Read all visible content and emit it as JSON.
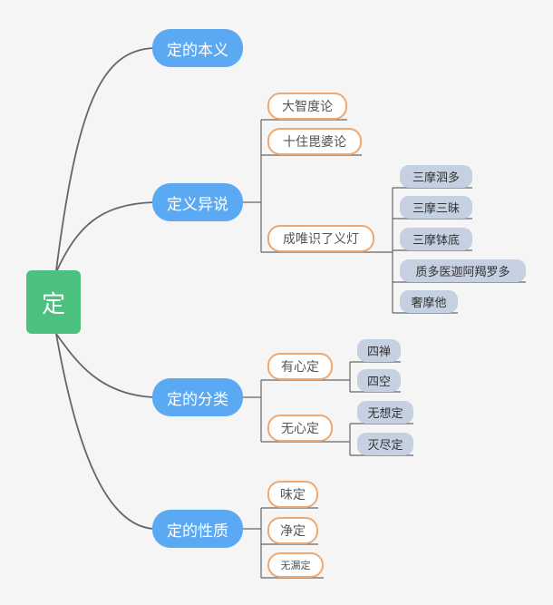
{
  "root": "定",
  "branches": [
    {
      "label": "定的本义",
      "children": []
    },
    {
      "label": "定义异说",
      "children": [
        {
          "label": "大智度论",
          "children": []
        },
        {
          "label": "十住毘婆论",
          "children": []
        },
        {
          "label": "成唯识了义灯",
          "children": [
            "三摩泗多",
            "三摩三昧",
            "三摩钵底",
            "质多医迦阿羯罗多",
            "奢摩他"
          ]
        }
      ]
    },
    {
      "label": "定的分类",
      "children": [
        {
          "label": "有心定",
          "children": [
            "四禅",
            "四空"
          ]
        },
        {
          "label": "无心定",
          "children": [
            "无想定",
            "灭尽定"
          ]
        }
      ]
    },
    {
      "label": "定的性质",
      "children": [
        {
          "label": "味定",
          "children": []
        },
        {
          "label": "净定",
          "children": []
        },
        {
          "label": "无漏定",
          "children": []
        }
      ]
    }
  ],
  "colors": {
    "root": "#4cc17f",
    "branch": "#5ba9f2",
    "sub_border": "#eea870",
    "leaf": "#c5d0e0",
    "line": "#666666"
  }
}
